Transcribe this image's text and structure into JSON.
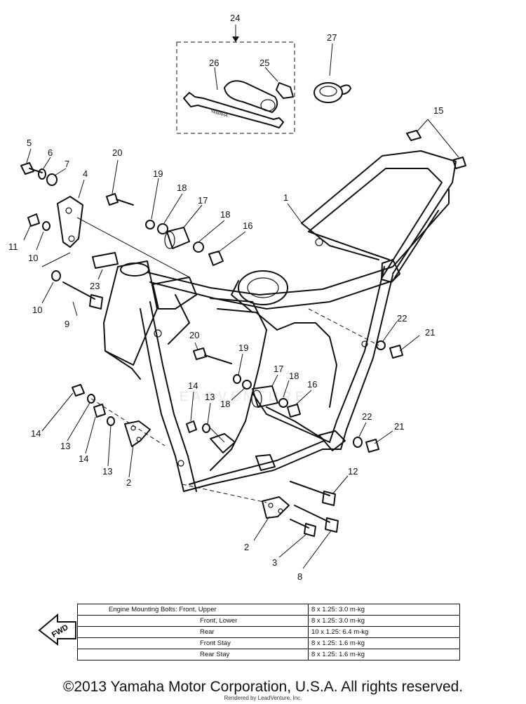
{
  "callouts": {
    "c1": "1",
    "c2a": "2",
    "c2b": "2",
    "c3": "3",
    "c4": "4",
    "c5": "5",
    "c6": "6",
    "c7": "7",
    "c8": "8",
    "c9": "9",
    "c10a": "10",
    "c10b": "10",
    "c11": "11",
    "c12": "12",
    "c13a": "13",
    "c13b": "13",
    "c13c": "13",
    "c14a": "14",
    "c14b": "14",
    "c14c": "14",
    "c15": "15",
    "c16a": "16",
    "c16b": "16",
    "c17a": "17",
    "c17b": "17",
    "c18a": "18",
    "c18b": "18",
    "c18c": "18",
    "c18d": "18",
    "c19a": "19",
    "c19b": "19",
    "c20a": "20",
    "c20b": "20",
    "c21a": "21",
    "c21b": "21",
    "c22a": "22",
    "c22b": "22",
    "c23": "23",
    "c24": "24",
    "c25": "25",
    "c26": "26",
    "c27": "27"
  },
  "fwd_label": "FWD",
  "wrench_label": "YAMAHA",
  "watermark": "LEADVENTURE",
  "spec_table": {
    "rows": [
      {
        "label": "Engine Mounting Bolts: Front, Upper",
        "spec": "8 x 1.25: 3.0 m-kg"
      },
      {
        "label": "Front, Lower",
        "spec": "8 x 1.25: 3.0 m-kg"
      },
      {
        "label": "Rear",
        "spec": "10 x 1.25: 6.4 m-kg"
      },
      {
        "label": "Front Stay",
        "spec": "8 x 1.25: 1.6 m-kg"
      },
      {
        "label": "Rear Stay",
        "spec": "8 x 1.25: 1.6 m-kg"
      }
    ]
  },
  "copyright": "©2013 Yamaha Motor Corporation, U.S.A. All rights reserved.",
  "rendered_by": "Rendered by LeadVenture, Inc."
}
